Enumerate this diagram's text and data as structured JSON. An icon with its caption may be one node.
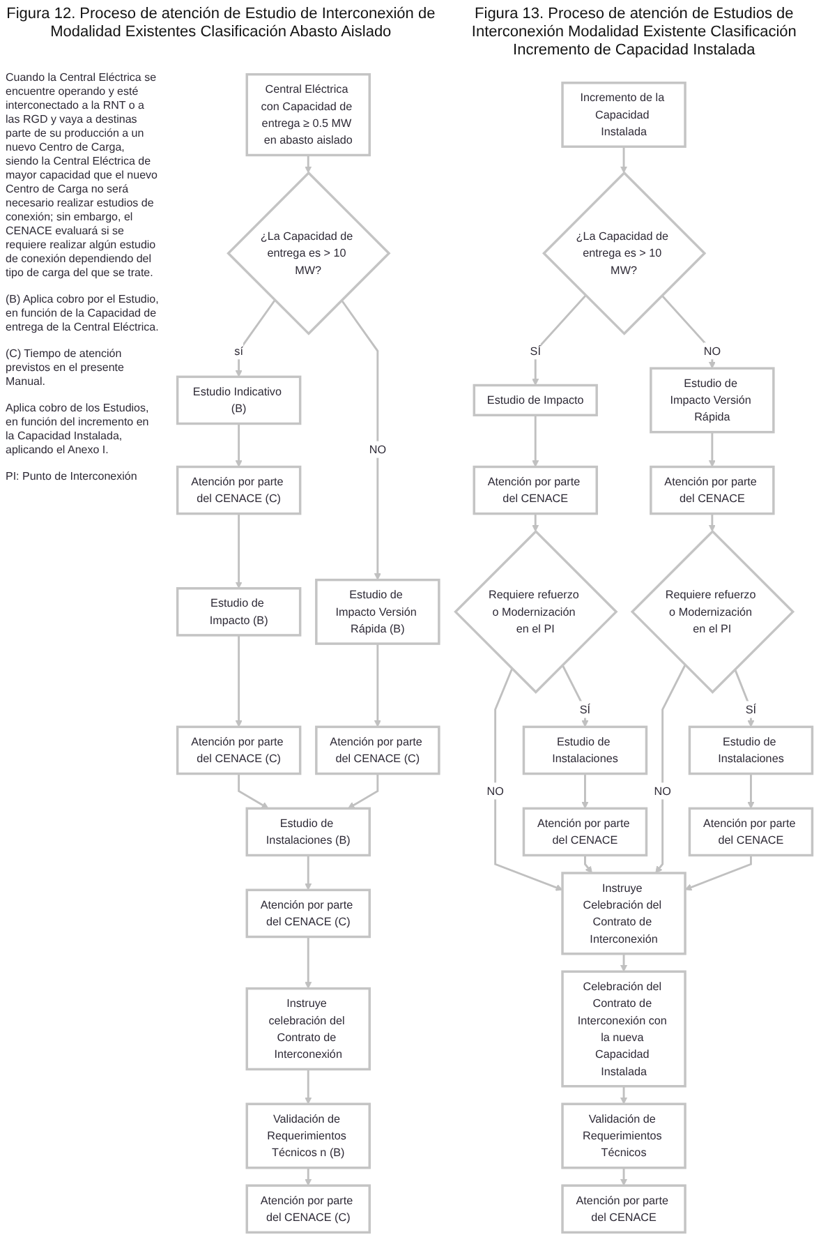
{
  "diagram": {
    "title": "Figura 12. Proceso de atención de Estudio de Interconexión de Modalidad Existentes Clasificación Abasto Aislado",
    "nodes": [
      {
        "text": [
          "Central Eléctrica con Capacidad de entrega ≥ 0.5 MW en abasto aislado"
        ]
      },
      {
        "text": [
          "¿La Capacidad de entrega es > 10 MW?"
        ]
      },
      {
        "text": [
          "Estudio Indicativo (B)"
        ]
      },
      {
        "text": [
          "Atención por parte del CENACE (C)"
        ]
      },
      {
        "text": [
          "Estudio de Impacto (B)"
        ]
      },
      {
        "text": [
          "Atención por parte del CENACE (C)"
        ]
      },
      {
        "text": [
          "Estudio de Impacto Versión Rápida (B)"
        ]
      },
      {
        "text": [
          "Atención por parte del CENACE (C)"
        ]
      },
      {
        "text": [
          "Estudio de Instalaciones (B)"
        ]
      },
      {
        "text": [
          "Atención por parte del CENACE (C)"
        ]
      },
      {
        "text": [
          "Instruye celebración del Contrato de Interconexión"
        ]
      },
      {
        "text": [
          "Validación de Requerimientos Técnicos n (B)"
        ]
      },
      {
        "text": [
          "Atención por parte del CENACE (C)"
        ]
      },
      {
        "text": [
          "Incremento de la Capacidad Instalada"
        ]
      },
      {
        "text": [
          "¿La Capacidad de entrega es > 10 MW?"
        ]
      },
      {
        "text": [
          "Estudio de Impacto"
        ]
      },
      {
        "text": [
          "Estudio de Impacto Versión Rápida"
        ]
      },
      {
        "text": [
          "Atención por parte del CENACE"
        ]
      },
      {
        "text": [
          "Atención por parte del CENACE"
        ]
      },
      {
        "text": [
          "Requiere refuerzo o Modernización en el PI"
        ]
      },
      {
        "text": [
          "Instruye Celebración del Contrato de Interconexión"
        ]
      },
      {
        "text": [
          "Requiere refuerzo o Modernización en el PI"
        ]
      },
      {
        "text": [
          "Estudio de Instalaciones"
        ]
      },
      {
        "text": [
          "Celebración del Contrato de Interconexión con la nueva Capacidad Instalada"
        ]
      },
      {
        "text": [
          "Estudio de Instalaciones"
        ]
      },
      {
        "text": [
          "Atención por parte del CENACE"
        ]
      },
      {
        "text": [
          "Validación de Requerimientos Técnicos"
        ]
      },
      {
        "text": [
          "Atención por parte del CENACE"
        ]
      },
      {
        "text": [
          "Atención por parte del CENACE"
        ]
      }
    ],
    "edges": [
      {
        "from": 0,
        "to": 1,
        "arrow": "to"
      },
      {
        "from": 1,
        "to": 2,
        "arrow": "to",
        "label": "sí"
      },
      {
        "from": 1,
        "to": 6,
        "arrow": "to",
        "label": "NO"
      },
      {
        "from": 2,
        "to": 3,
        "arrow": "to"
      },
      {
        "from": 3,
        "to": 4,
        "arrow": "to"
      },
      {
        "from": 4,
        "to": 5,
        "arrow": "to"
      },
      {
        "from": 5,
        "to": 8,
        "arrow": "to"
      },
      {
        "from": 6,
        "to": 7,
        "arrow": "to"
      },
      {
        "from": 7,
        "to": 8,
        "arrow": "to"
      },
      {
        "from": 8,
        "to": 9,
        "arrow": "to"
      },
      {
        "from": 9,
        "to": 10,
        "arrow": "to"
      },
      {
        "from": 10,
        "to": 11,
        "arrow": "to"
      },
      {
        "from": 11,
        "to": 12,
        "arrow": "to"
      },
      {
        "from": 13,
        "to": 14,
        "arrow": "to"
      },
      {
        "from": 14,
        "to": 15,
        "arrow": "to",
        "label": "SÍ"
      },
      {
        "from": 14,
        "to": 16,
        "arrow": "to",
        "label": "NO"
      },
      {
        "from": 15,
        "to": 17,
        "arrow": "to"
      },
      {
        "from": 16,
        "to": 18,
        "arrow": "to"
      },
      {
        "from": 17,
        "to": 19,
        "arrow": "to"
      },
      {
        "from": 18,
        "to": 21,
        "arrow": "to"
      },
      {
        "from": 19,
        "to": 20,
        "arrow": "to",
        "label": "NO"
      },
      {
        "from": 19,
        "to": 22,
        "arrow": "to",
        "label": "SÍ"
      },
      {
        "from": 21,
        "to": 20,
        "arrow": "to",
        "label": "NO"
      },
      {
        "from": 21,
        "to": 24,
        "arrow": "to",
        "label": "SÍ"
      },
      {
        "from": 22,
        "to": 25,
        "arrow": "to"
      },
      {
        "from": 24,
        "to": 27,
        "arrow": "to"
      },
      {
        "from": 25,
        "to": 20,
        "arrow": "to"
      },
      {
        "from": 27,
        "to": 20,
        "arrow": "to"
      },
      {
        "from": 20,
        "to": 23,
        "arrow": "to"
      },
      {
        "from": 23,
        "to": 26,
        "arrow": "to"
      },
      {
        "from": 26,
        "to": 28,
        "arrow": "to"
      }
    ],
    "labels": [
      "Cuando la Central Eléctrica se encuentre operando y esté interconectado a la RNT o a las RGD y vaya a destinas parte de su producción a un nuevo Centro de Carga, siendo la Central Eléctrica de mayor capacidad que el nuevo Centro de Carga no será necesario realizar estudios de conexión; sin embargo, el CENACE evaluará si se requiere realizar algún estudio de conexión dependiendo del tipo de carga del que se trate.",
      "(B) Aplica cobro por el Estudio, en función de la Capacidad de entrega de la Central Eléctrica.",
      "(C) Tiempo de atención previstos en el presente Manual.",
      "Figura 13. Proceso de atención de Estudios de Interconexión Modalidad Existente Clasificación Incremento de Capacidad Instalada",
      "Aplica cobro de los Estudios, en función del incremento en la Capacidad Instalada, aplicando el Anexo I.",
      "PI: Punto de Interconexión"
    ]
  }
}
